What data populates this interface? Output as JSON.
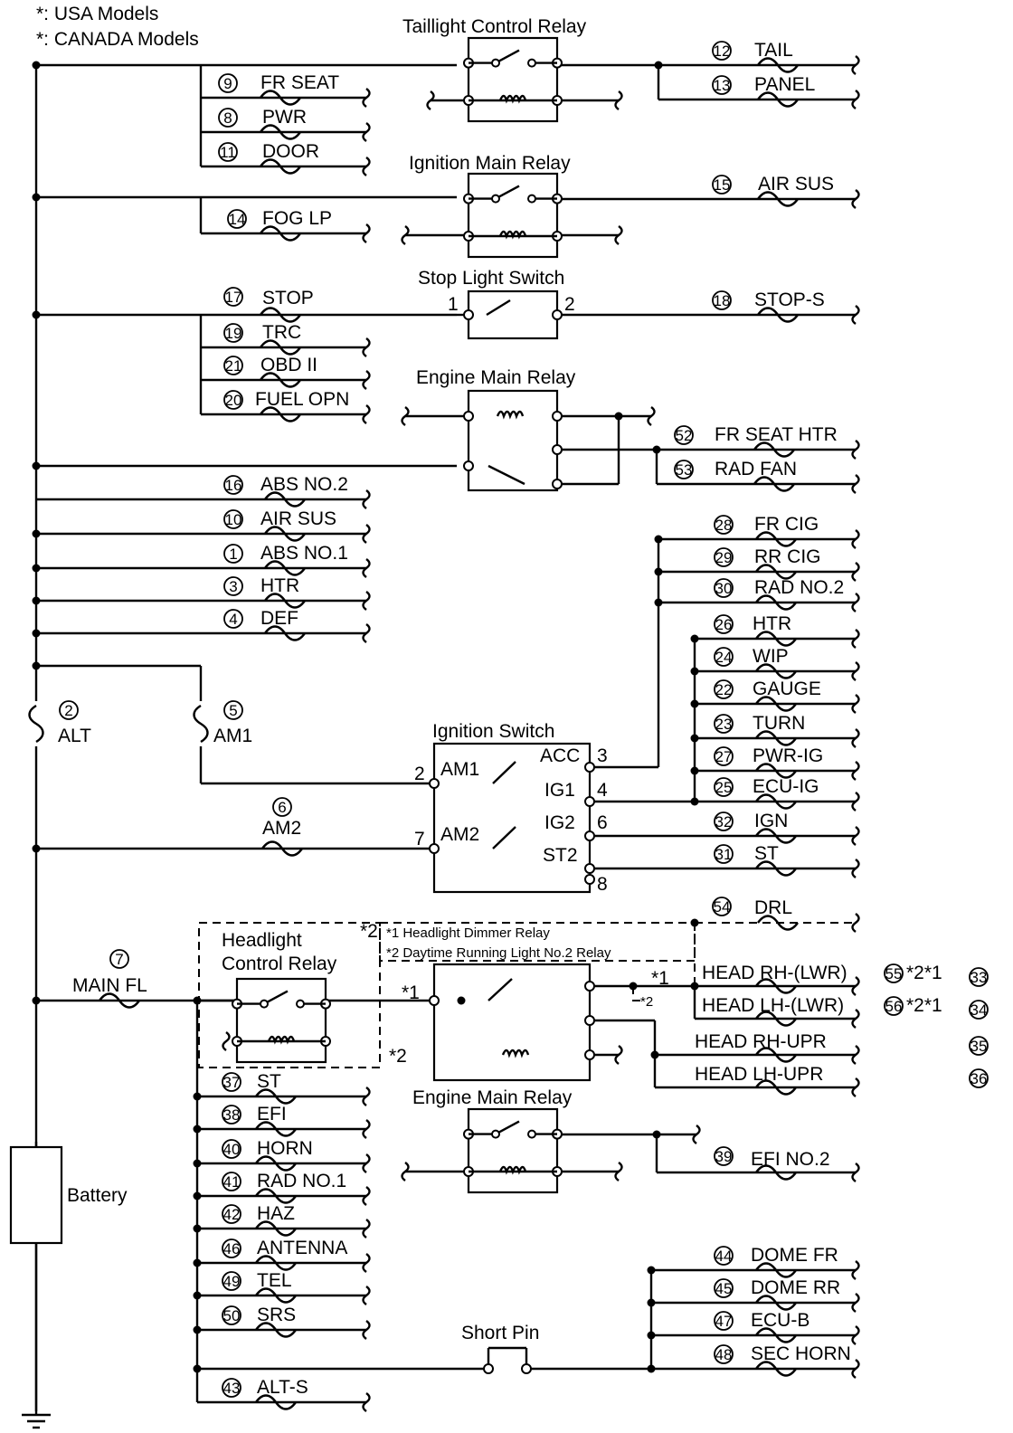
{
  "legend": {
    "usa": "*: USA Models",
    "canada": "*: CANADA Models"
  },
  "components": {
    "taillight_relay": "Taillight Control Relay",
    "ignition_main_relay": "Ignition Main Relay",
    "stop_light_switch": "Stop Light Switch",
    "engine_main_relay_top": "Engine Main Relay",
    "ignition_switch": "Ignition Switch",
    "headlight_relay_line1": "Headlight",
    "headlight_relay_line2": "Control Relay",
    "engine_main_relay_bottom": "Engine Main Relay",
    "short_pin": "Short Pin",
    "battery": "Battery"
  },
  "notes": {
    "dimmer": "*1 Headlight Dimmer Relay",
    "drl": "*2 Daytime Running Light No.2 Relay",
    "star1": "*1",
    "star2": "*2"
  },
  "switch_terms": {
    "am1": "AM1",
    "am2": "AM2",
    "acc": "ACC",
    "ig1": "IG1",
    "ig2": "IG2",
    "st2": "ST2",
    "pin2": "2",
    "pin7": "7",
    "pin3": "3",
    "pin4": "4",
    "pin6": "6",
    "pin8": "8",
    "stop_pin1": "1",
    "stop_pin2": "2"
  },
  "left_fuses": [
    {
      "num": "9",
      "label": "FR SEAT"
    },
    {
      "num": "8",
      "label": "PWR"
    },
    {
      "num": "11",
      "label": "DOOR"
    },
    {
      "num": "14",
      "label": "FOG LP"
    },
    {
      "num": "17",
      "label": "STOP"
    },
    {
      "num": "19",
      "label": "TRC"
    },
    {
      "num": "21",
      "label": "OBD II"
    },
    {
      "num": "20",
      "label": "FUEL OPN"
    },
    {
      "num": "16",
      "label": "ABS NO.2"
    },
    {
      "num": "10",
      "label": "AIR SUS"
    },
    {
      "num": "1",
      "label": "ABS NO.1"
    },
    {
      "num": "3",
      "label": "HTR"
    },
    {
      "num": "4",
      "label": "DEF"
    }
  ],
  "vertical_fuses": [
    {
      "num": "2",
      "label": "ALT"
    },
    {
      "num": "5",
      "label": "AM1"
    }
  ],
  "am2_fuse": {
    "num": "6",
    "label": "AM2"
  },
  "main_fuse": {
    "num": "7",
    "label": "MAIN FL"
  },
  "right_fuses": [
    {
      "num": "12",
      "label": "TAIL"
    },
    {
      "num": "13",
      "label": "PANEL"
    },
    {
      "num": "15",
      "label": "AIR SUS"
    },
    {
      "num": "18",
      "label": "STOP-S"
    },
    {
      "num": "52",
      "label": "FR SEAT HTR"
    },
    {
      "num": "53",
      "label": "RAD FAN"
    },
    {
      "num": "28",
      "label": "FR CIG"
    },
    {
      "num": "29",
      "label": "RR CIG"
    },
    {
      "num": "30",
      "label": "RAD NO.2"
    },
    {
      "num": "26",
      "label": "HTR"
    },
    {
      "num": "24",
      "label": "WIP"
    },
    {
      "num": "22",
      "label": "GAUGE"
    },
    {
      "num": "23",
      "label": "TURN"
    },
    {
      "num": "27",
      "label": "PWR-IG"
    },
    {
      "num": "25",
      "label": "ECU-IG"
    },
    {
      "num": "32",
      "label": "IGN"
    },
    {
      "num": "31",
      "label": "ST"
    },
    {
      "num": "54",
      "label": "DRL"
    },
    {
      "num": "39",
      "label": "EFI NO.2"
    },
    {
      "num": "44",
      "label": "DOME FR"
    },
    {
      "num": "45",
      "label": "DOME RR"
    },
    {
      "num": "47",
      "label": "ECU-B"
    },
    {
      "num": "48",
      "label": "SEC HORN"
    }
  ],
  "head_fuses": [
    {
      "label": "HEAD RH-(LWR)",
      "num_a": "55",
      "stars": "*2*1",
      "num_b": "33"
    },
    {
      "label": "HEAD LH-(LWR)",
      "num_a": "56",
      "stars": "*2*1",
      "num_b": "34"
    },
    {
      "label": "HEAD RH-UPR",
      "num_b": "35"
    },
    {
      "label": "HEAD LH-UPR",
      "num_b": "36"
    }
  ],
  "bottom_fuses": [
    {
      "num": "37",
      "label": "ST"
    },
    {
      "num": "38",
      "label": "EFI"
    },
    {
      "num": "40",
      "label": "HORN"
    },
    {
      "num": "41",
      "label": "RAD NO.1"
    },
    {
      "num": "42",
      "label": "HAZ"
    },
    {
      "num": "46",
      "label": "ANTENNA"
    },
    {
      "num": "49",
      "label": "TEL"
    },
    {
      "num": "50",
      "label": "SRS"
    },
    {
      "num": "43",
      "label": "ALT-S"
    }
  ]
}
